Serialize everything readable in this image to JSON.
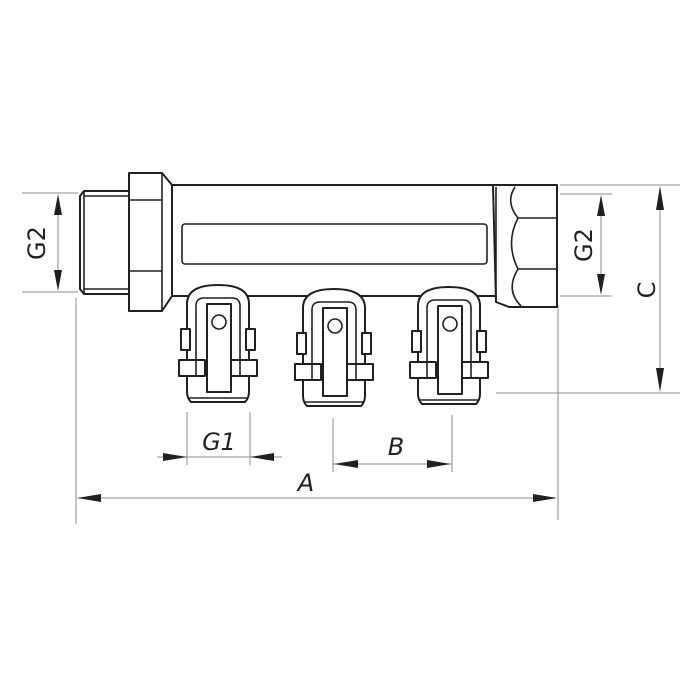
{
  "diagram": {
    "title": "Manifold with 3 outlets - dimension drawing",
    "colors": {
      "line": "#231f20",
      "dimension_line": "#8c8c8c",
      "background": "#ffffff"
    },
    "labels": {
      "inlet_thread": "G2",
      "outlet_thread_right": "G2",
      "height": "C",
      "outlet_thread": "G1",
      "outlet_spacing": "B",
      "overall_length": "A"
    },
    "components": {
      "left_end": "male threaded connection with hex nut",
      "body": "manifold bar with rectangular recess",
      "right_end": "female threaded hex connection",
      "outlets": [
        {
          "name": "outlet-1"
        },
        {
          "name": "outlet-2"
        },
        {
          "name": "outlet-3"
        }
      ]
    }
  }
}
